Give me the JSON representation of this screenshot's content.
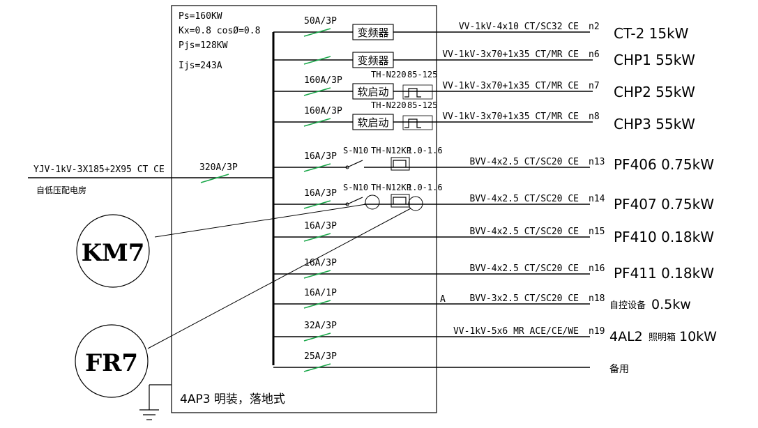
{
  "panel": {
    "info": [
      "Ps=160KW",
      "Kx=0.8 cosØ=0.8",
      "Pjs=128KW",
      "Ijs=243A"
    ],
    "name": "4AP3  明装，落地式"
  },
  "incoming": {
    "cable": "YJV-1kV-3X185+2X95 CT CE",
    "source": "自低压配电房",
    "breaker": "320A/3P"
  },
  "circuits": [
    {
      "breaker": "50A/3P",
      "device": "变频器",
      "relay": "",
      "rating": "",
      "cable": "VV-1kV-4x10 CT/SC32 CE",
      "num": "n2",
      "load": "CT-2 15kW"
    },
    {
      "breaker": "",
      "device": "变频器",
      "relay": "",
      "rating": "",
      "cable": "VV-1kV-3x70+1x35 CT/MR CE",
      "num": "n6",
      "load": "CHP1 55kW"
    },
    {
      "breaker": "160A/3P",
      "device": "软启动",
      "relay": "TH-N220",
      "rating": "85-125",
      "cable": "VV-1kV-3x70+1x35 CT/MR CE",
      "num": "n7",
      "load": "CHP2 55kW"
    },
    {
      "breaker": "160A/3P",
      "device": "软启动",
      "relay": "TH-N220",
      "rating": "85-125",
      "cable": "VV-1kV-3x70+1x35 CT/MR CE",
      "num": "n8",
      "load": "CHP3 55kW"
    },
    {
      "breaker": "16A/3P",
      "device": "S-N10",
      "relay": "TH-N12KP",
      "rating": "1.0-1.6",
      "cable": "BVV-4x2.5 CT/SC20 CE",
      "num": "n13",
      "load": "PF406 0.75kW"
    },
    {
      "breaker": "16A/3P",
      "device": "S-N10",
      "relay": "TH-N12KP",
      "rating": "1.0-1.6",
      "cable": "BVV-4x2.5 CT/SC20 CE",
      "num": "n14",
      "load": "PF407 0.75kW"
    },
    {
      "breaker": "16A/3P",
      "device": "",
      "relay": "",
      "rating": "",
      "cable": "BVV-4x2.5 CT/SC20 CE",
      "num": "n15",
      "load": "PF410 0.18kW"
    },
    {
      "breaker": "16A/3P",
      "device": "",
      "relay": "",
      "rating": "",
      "cable": "BVV-4x2.5 CT/SC20 CE",
      "num": "n16",
      "load": "PF411 0.18kW"
    },
    {
      "breaker": "16A/1P",
      "device": "",
      "relay": "",
      "rating": "",
      "phase": "A",
      "cable": "BVV-3x2.5 CT/SC20 CE",
      "num": "n18",
      "load_cn": "自控设备",
      "load": "0.5kw"
    },
    {
      "breaker": "32A/3P",
      "device": "",
      "relay": "",
      "rating": "",
      "cable": "VV-1kV-5x6 MR ACE/CE/WE",
      "num": "n19",
      "load": "4AL2",
      "load_cn": "照明箱",
      "load_power": "10kW"
    },
    {
      "breaker": "25A/3P",
      "device": "",
      "relay": "",
      "rating": "",
      "cable": "",
      "num": "",
      "load_cn": "备用"
    }
  ],
  "callouts": {
    "contactor": "KM7",
    "relay": "FR7"
  }
}
